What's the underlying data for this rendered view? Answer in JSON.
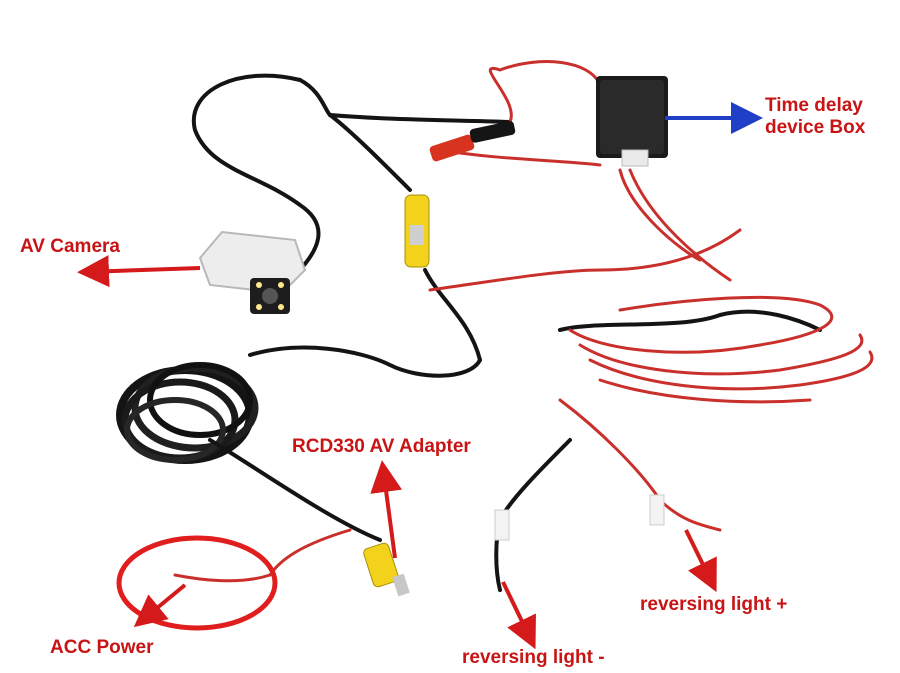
{
  "labels": {
    "time_delay_line1": "Time delay",
    "time_delay_line2": "device Box",
    "av_camera": "AV Camera",
    "rcd330": "RCD330 AV Adapter",
    "acc_power": "ACC Power",
    "reversing_minus": "reversing light -",
    "reversing_plus": "reversing light +"
  },
  "colors": {
    "label_text": "#c81414",
    "arrow_red": "#d41a1a",
    "arrow_blue": "#1f3fc7",
    "highlight_circle": "#e01e1e",
    "cable_black": "#141414",
    "cable_red": "#c9302c",
    "connector_yellow": "#f2d21a"
  },
  "icons": [
    "av-camera-icon",
    "time-delay-box-icon",
    "rca-connector-icon",
    "cable-coil-icon"
  ]
}
